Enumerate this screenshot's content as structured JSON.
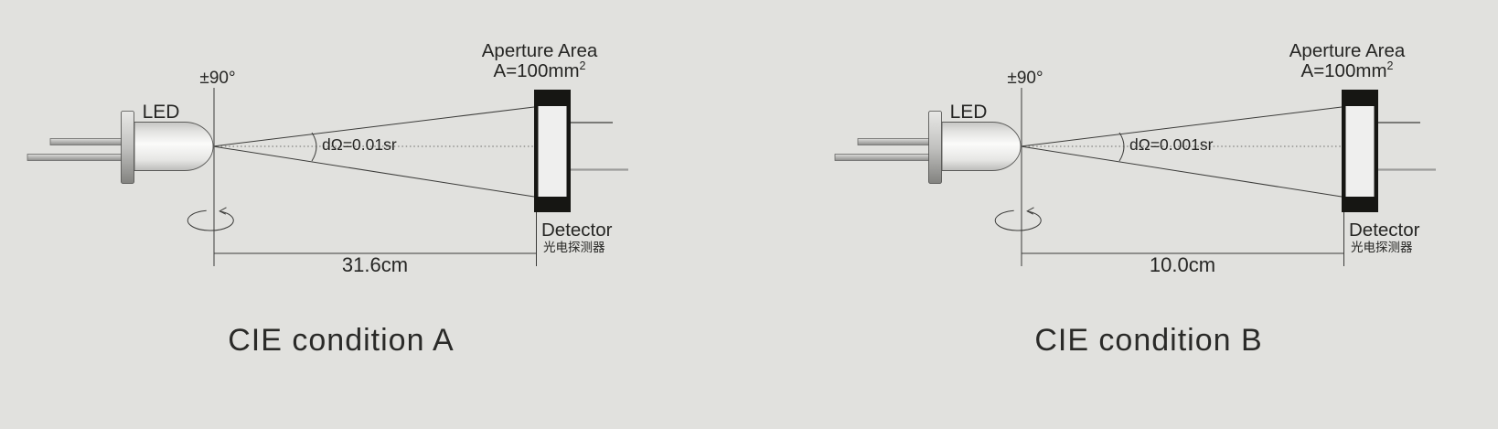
{
  "background_color": "#e1e1de",
  "line_color": "#3c3c3a",
  "detector_black": "#161613",
  "diagrams": [
    {
      "id": "A",
      "angle_label": "±90°",
      "led_label": "LED",
      "solid_angle_label": "dΩ=0.01sr",
      "aperture_label_line1": "Aperture Area",
      "aperture_label_line2": "A=100mm",
      "aperture_label_exponent": "2",
      "detector_label": "Detector",
      "detector_label_cn": "光电探测器",
      "distance_label": "31.6cm",
      "caption": "CIE condition A"
    },
    {
      "id": "B",
      "angle_label": "±90°",
      "led_label": "LED",
      "solid_angle_label": "dΩ=0.001sr",
      "aperture_label_line1": "Aperture Area",
      "aperture_label_line2": "A=100mm",
      "aperture_label_exponent": "2",
      "detector_label": "Detector",
      "detector_label_cn": "光电探测器",
      "distance_label": "10.0cm",
      "caption": "CIE condition B"
    }
  ]
}
